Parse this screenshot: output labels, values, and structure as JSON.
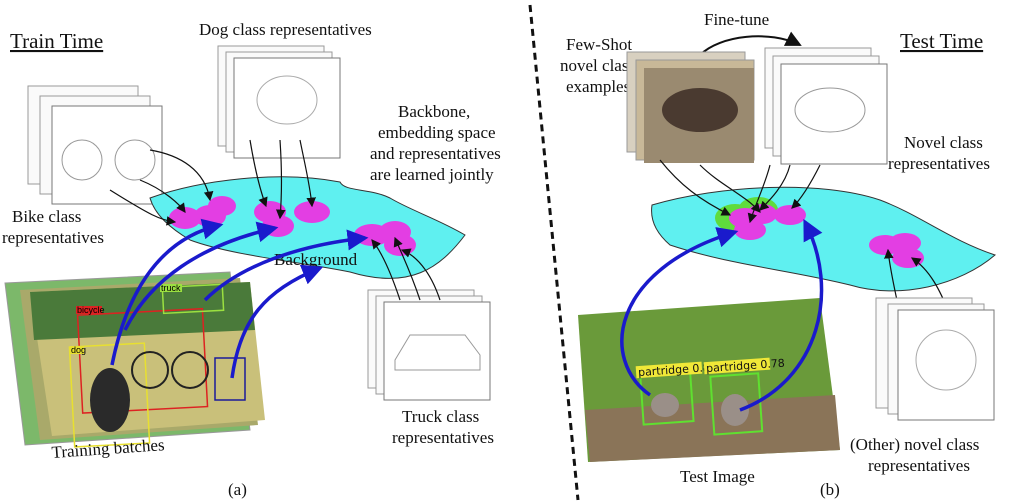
{
  "left": {
    "heading": "Train Time",
    "dog_label": "Dog class representatives",
    "backbone_label": [
      "Backbone,",
      "embedding space",
      "and representatives",
      "are learned jointly"
    ],
    "bike_label": [
      "Bike class",
      "representatives"
    ],
    "background_label": "Background",
    "truck_label": [
      "Truck class",
      "representatives"
    ],
    "training_label": "Training batches",
    "box_labels": [
      "bicycle",
      "dog",
      "truck"
    ],
    "caption": "(a)"
  },
  "right": {
    "heading": "Test Time",
    "finetune_label": "Fine-tune",
    "fewshot_label": [
      "Few-Shot",
      "novel class",
      "examples"
    ],
    "novel_label": [
      "Novel class",
      "representatives"
    ],
    "other_label": [
      "(Other) novel class",
      "representatives"
    ],
    "test_label": "Test Image",
    "detections": [
      "partridge 0.82",
      "partridge 0.78"
    ],
    "caption": "(b)"
  },
  "colors": {
    "embedding": "#5ff0f0",
    "representative": "#e33ee3",
    "arrow": "#1a1acc",
    "novel_highlight": "#5fdc3c"
  }
}
